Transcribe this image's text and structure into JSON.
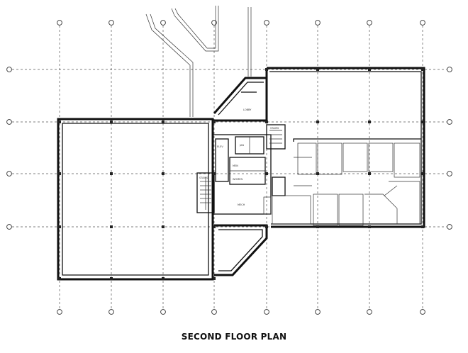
{
  "plan": {
    "title": "SECOND FLOOR PLAN",
    "grid": {
      "vertical_count": 8,
      "horizontal_count": 4
    },
    "room_labels": {
      "lobby": "LOBBY",
      "stairs_1": "STAIRS",
      "stairs_2": "STAIRS",
      "elevator": "ELEV",
      "mech": "MECH",
      "mens": "MEN",
      "womens": "WOMEN",
      "janitor": "JAN"
    }
  }
}
